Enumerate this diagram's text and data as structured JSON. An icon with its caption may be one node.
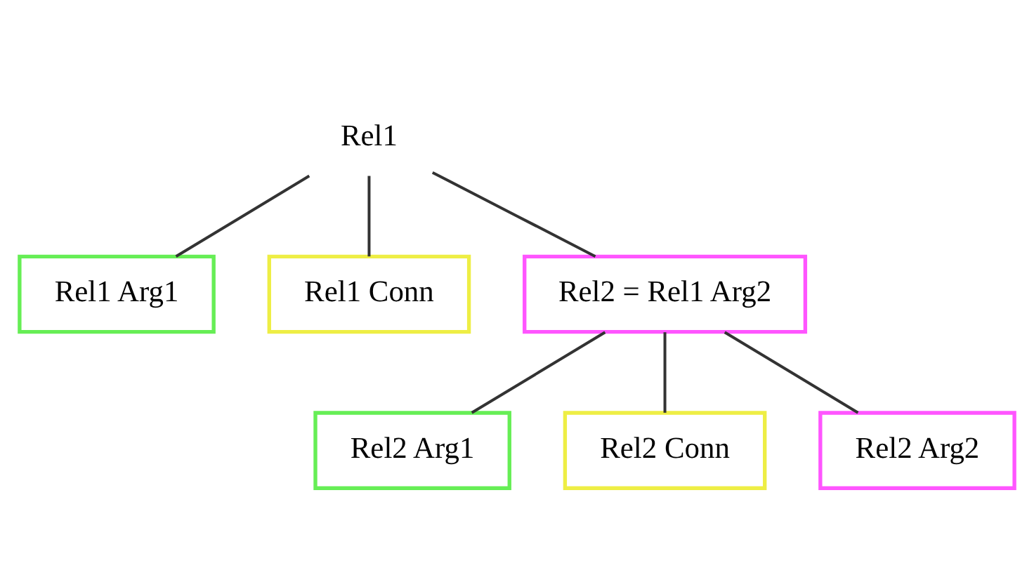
{
  "diagram": {
    "nodes": [
      {
        "text": [
          "Rel1"
        ]
      },
      {
        "text": [
          "Rel1 Arg1"
        ]
      },
      {
        "text": [
          "Rel1 Conn"
        ]
      },
      {
        "text": [
          "Rel2 = Rel1 Arg2"
        ]
      },
      {
        "text": [
          "Rel2 Arg1"
        ]
      },
      {
        "text": [
          "Rel2 Conn"
        ]
      },
      {
        "text": [
          "Rel2 Arg2"
        ]
      }
    ],
    "edges": [
      {
        "from": 0,
        "to": 1,
        "arrow": "none"
      },
      {
        "from": 0,
        "to": 2,
        "arrow": "none"
      },
      {
        "from": 0,
        "to": 3,
        "arrow": "none"
      },
      {
        "from": 3,
        "to": 4,
        "arrow": "none"
      },
      {
        "from": 3,
        "to": 5,
        "arrow": "none"
      },
      {
        "from": 3,
        "to": 6,
        "arrow": "none"
      }
    ]
  }
}
